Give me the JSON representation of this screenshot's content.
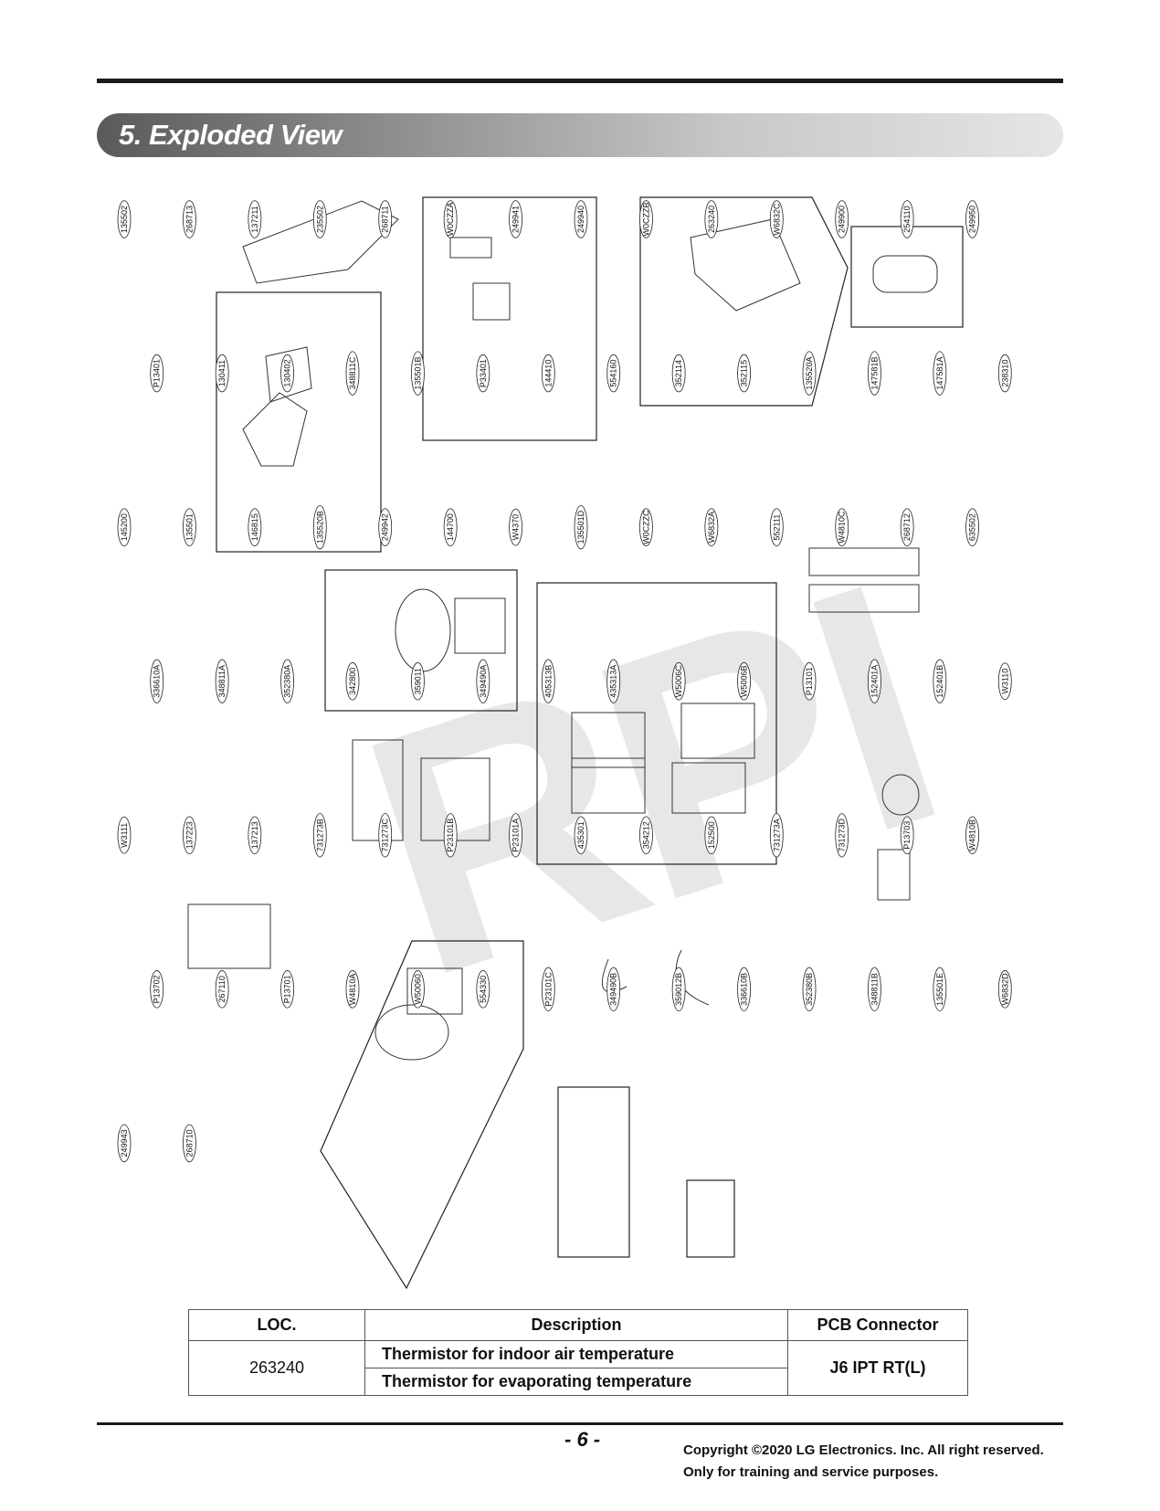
{
  "header": {
    "title": "5. Exploded View"
  },
  "diagram": {
    "watermark": "RPI",
    "callouts": [
      "135502",
      "268713",
      "137211",
      "235502",
      "268711",
      "W0CZZA",
      "249941",
      "249940",
      "W0CZZB",
      "263240",
      "W6832C",
      "249900",
      "254110",
      "249950",
      "P13401",
      "130411",
      "130402",
      "348811C",
      "135501B",
      "P33401",
      "144410",
      "554160",
      "352114",
      "352115",
      "135520A",
      "147581B",
      "147581A",
      "238310",
      "145200",
      "135501",
      "146815",
      "135520B",
      "249942",
      "144700",
      "W4370",
      "135501D",
      "W0CZZC",
      "W6832A",
      "552111",
      "W4810C",
      "268712",
      "635502",
      "336610A",
      "348811A",
      "352380A",
      "342800",
      "359011",
      "349490A",
      "405313B",
      "435313A",
      "W5006C",
      "W5006B",
      "P13101",
      "152401A",
      "152401B",
      "W3110",
      "W3111",
      "137223",
      "137213",
      "731273B",
      "731273C",
      "P23101B",
      "P23101A",
      "435301",
      "354212",
      "152500",
      "731273A",
      "731273D",
      "P13703",
      "W4810B",
      "P13702",
      "267110",
      "P13701",
      "W4810A",
      "W50060",
      "554330",
      "P23101C",
      "349490B",
      "359012B",
      "336610B",
      "352380B",
      "348811B",
      "135501E",
      "W6832D",
      "249943",
      "268710"
    ]
  },
  "table": {
    "headers": [
      "LOC.",
      "Description",
      "PCB Connector"
    ],
    "loc": "263240",
    "descriptions": [
      "Thermistor for indoor air temperature",
      "Thermistor for evaporating temperature"
    ],
    "connector": "J6 IPT RT(L)"
  },
  "footer": {
    "page": "- 6 -",
    "copyright_line1": "Copyright ©2020 LG Electronics. Inc. All right reserved.",
    "copyright_line2": "Only for training and service purposes."
  }
}
